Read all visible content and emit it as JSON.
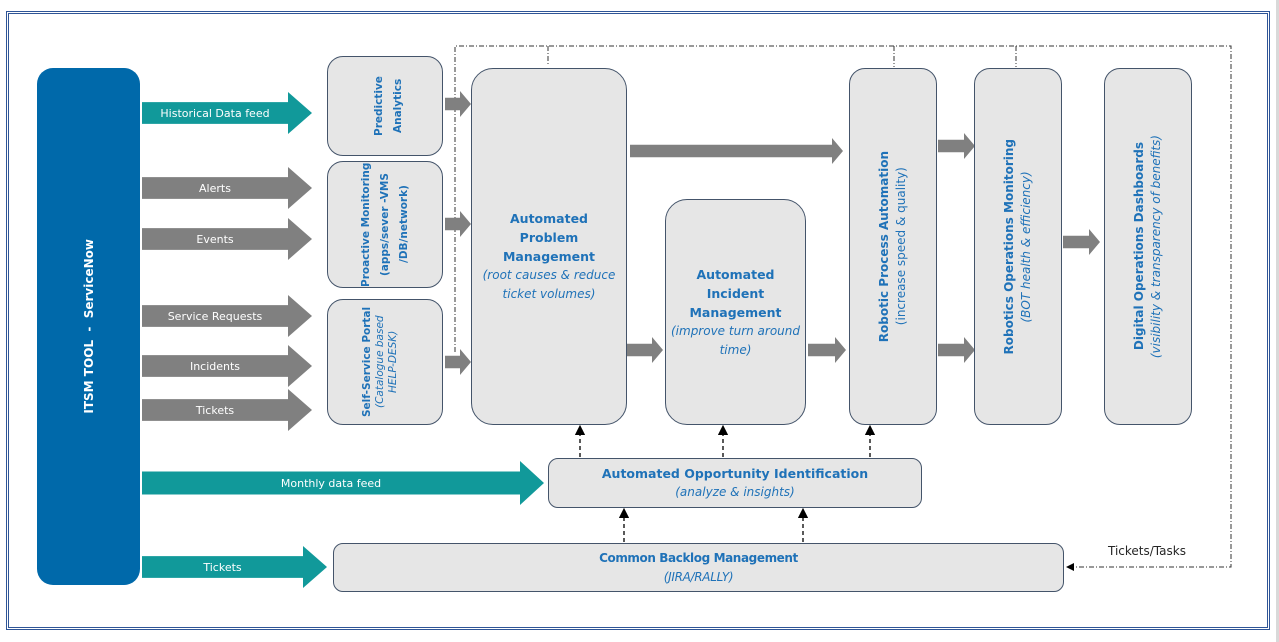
{
  "source": {
    "title": "ITSM TOOL  -  ServiceNow",
    "color": "#0069aa"
  },
  "inputs": [
    {
      "label": "Historical Data feed",
      "style": "teal"
    },
    {
      "label": "Alerts",
      "style": "gray"
    },
    {
      "label": "Events",
      "style": "gray"
    },
    {
      "label": "Service Requests",
      "style": "gray"
    },
    {
      "label": "Incidents",
      "style": "gray"
    },
    {
      "label": "Tickets",
      "style": "gray"
    },
    {
      "label": "Monthly data feed",
      "style": "teal"
    },
    {
      "label": "Tickets",
      "style": "teal"
    }
  ],
  "stage1": [
    {
      "title": "Predictive Analytics",
      "subtitle": ""
    },
    {
      "title": "Proactive Monitoring (apps/sever -VMS /DB/network)",
      "subtitle": ""
    },
    {
      "title": "Self-Service Portal",
      "subtitle": "(Catalogue based HELP-DESK)"
    }
  ],
  "problem_mgmt": {
    "title": "Automated Problem Management",
    "subtitle": "(root causes & reduce ticket volumes)"
  },
  "incident_mgmt": {
    "title": "Automated Incident Management",
    "subtitle": "(improve turn around time)"
  },
  "rpa": {
    "title": "Robotic Process Automation",
    "subtitle": "(increase speed & quality)"
  },
  "robotics_monitoring": {
    "title": "Robotics Operations Monitoring",
    "subtitle": "(BOT health & efficiency)"
  },
  "dashboards": {
    "title": "Digital Operations Dashboards",
    "subtitle": "(visibility & transparency of benefits)"
  },
  "opportunity": {
    "title": "Automated Opportunity Identification",
    "subtitle": "(analyze & insights)"
  },
  "backlog": {
    "title": "Common Backlog Management",
    "subtitle": "(JIRA/RALLY)"
  },
  "feedback_loop": {
    "label": "Tickets/Tasks"
  },
  "colors": {
    "teal": "#11999a",
    "gray_arrow": "#808080",
    "box_fill": "#e6e6e6",
    "box_border": "#44546a",
    "title_text": "#1f72b8",
    "frame": "#2f5597"
  }
}
